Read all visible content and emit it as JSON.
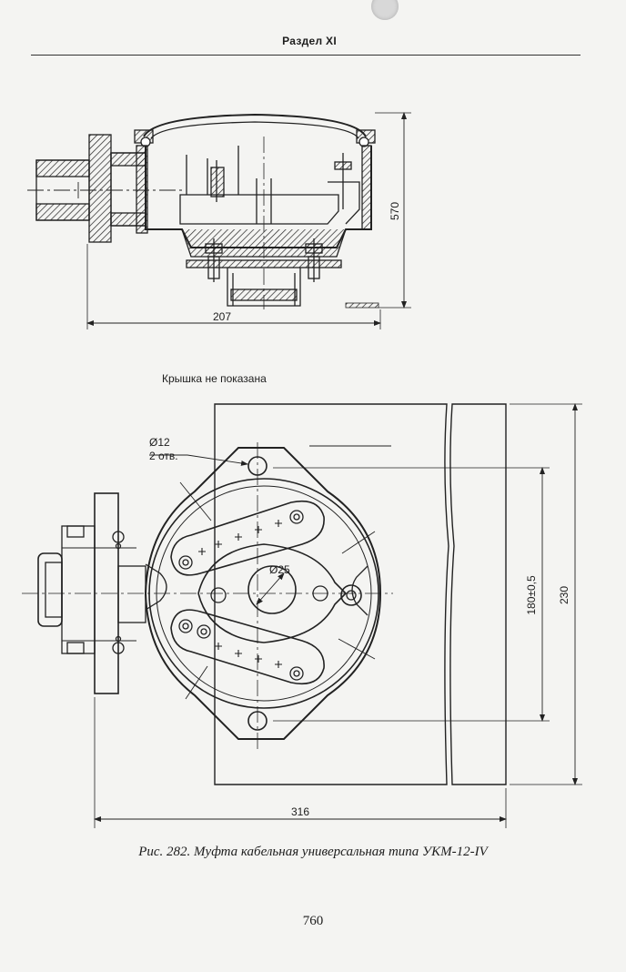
{
  "header": {
    "section": "Раздел XI"
  },
  "top_view": {
    "dim_height": "570",
    "dim_width": "207"
  },
  "bottom_view": {
    "note": "Крышка не показана",
    "hole_dia": "Ø12",
    "hole_count": "2 отв.",
    "center_dia": "Ø25",
    "dim_inner": "180±0,5",
    "dim_outer": "230",
    "dim_width": "316"
  },
  "caption": "Рис. 282. Муфта кабельная универсальная типа УКМ-12-IV",
  "page_number": "760"
}
